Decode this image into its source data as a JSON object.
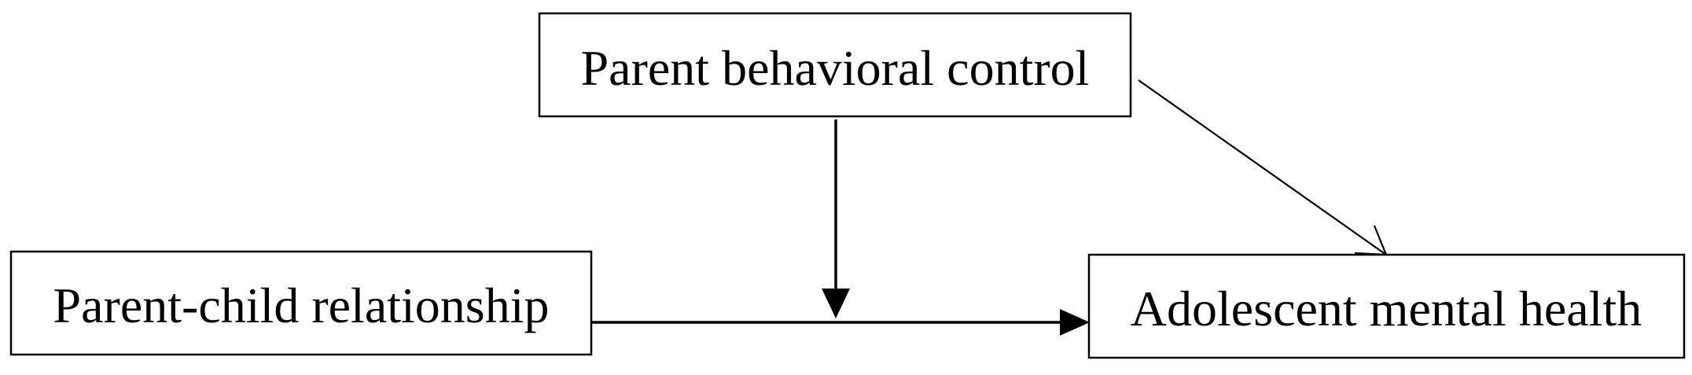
{
  "diagram": {
    "type": "moderation-model",
    "nodes": {
      "moderator": {
        "label": "Parent behavioral control"
      },
      "predictor": {
        "label": "Parent-child relationship"
      },
      "outcome": {
        "label": "Adolescent mental health"
      }
    },
    "edges": [
      {
        "from": "predictor",
        "to": "outcome",
        "style": "solid-filled-arrow"
      },
      {
        "from": "moderator",
        "to": "predictor-outcome-path",
        "style": "solid-filled-arrow"
      },
      {
        "from": "moderator",
        "to": "outcome",
        "style": "thin-open-arrow"
      }
    ],
    "colors": {
      "stroke": "#000000",
      "background": "#ffffff"
    }
  }
}
